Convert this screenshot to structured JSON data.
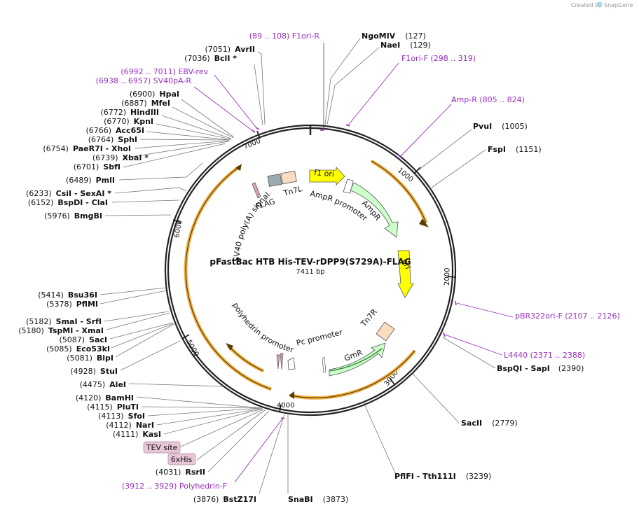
{
  "credit": {
    "created_by": "Created by",
    "brand": "SnapGene"
  },
  "plasmid": {
    "name": "pFastBac HTB His-TEV-rDPP9(S729A)-FLAG",
    "length_text": "7411 bp",
    "length": 7411
  },
  "ticks": [
    "1000",
    "2000",
    "3000",
    "4000",
    "5000",
    "6000",
    "7000"
  ],
  "colors": {
    "backbone": "#222222",
    "primer": "#9a2fbf",
    "ori_yellow": "#ffff00",
    "ampr_green": "#ccffcc",
    "gmr_green": "#ccffcc",
    "orange_arc": "#f2b248",
    "tev_badge": "#e8c6d8"
  },
  "sites_right": [
    {
      "name": "NgoMIV",
      "pos": "(127)"
    },
    {
      "name": "NaeI",
      "pos": "(129)"
    },
    {
      "name": "PvuI",
      "pos": "(1005)"
    },
    {
      "name": "FspI",
      "pos": "(1151)"
    },
    {
      "name": "BspQI  - SapI",
      "pos": "(2390)"
    },
    {
      "name": "SacII",
      "pos": "(2779)"
    },
    {
      "name": "PflFI  - Tth111I",
      "pos": "(3239)"
    },
    {
      "name": "SnaBI",
      "pos": "(3873)"
    }
  ],
  "sites_left": [
    {
      "pos": "(7051)",
      "name": "AvrII"
    },
    {
      "pos": "(7036)",
      "name": "BclI *"
    },
    {
      "pos": "(6900)",
      "name": "HpaI"
    },
    {
      "pos": "(6887)",
      "name": "MfeI"
    },
    {
      "pos": "(6772)",
      "name": "HindIII"
    },
    {
      "pos": "(6770)",
      "name": "KpnI"
    },
    {
      "pos": "(6766)",
      "name": "Acc65I"
    },
    {
      "pos": "(6764)",
      "name": "SphI"
    },
    {
      "pos": "(6754)",
      "name": "PaeR7I  - XhoI"
    },
    {
      "pos": "(6739)",
      "name": "XbaI *"
    },
    {
      "pos": "(6701)",
      "name": "SbfI"
    },
    {
      "pos": "(6489)",
      "name": "PmlI"
    },
    {
      "pos": "(6233)",
      "name": "CsiI  - SexAI *"
    },
    {
      "pos": "(6152)",
      "name": "BspDI  - ClaI"
    },
    {
      "pos": "(5976)",
      "name": "BmgBI"
    },
    {
      "pos": "(5414)",
      "name": "Bsu36I"
    },
    {
      "pos": "(5378)",
      "name": "PflMI"
    },
    {
      "pos": "(5182)",
      "name": "SmaI  - SrfI"
    },
    {
      "pos": "(5180)",
      "name": "TspMI  - XmaI"
    },
    {
      "pos": "(5087)",
      "name": "SacI"
    },
    {
      "pos": "(5085)",
      "name": "Eco53kI"
    },
    {
      "pos": "(5081)",
      "name": "BlpI"
    },
    {
      "pos": "(4928)",
      "name": "StuI"
    },
    {
      "pos": "(4475)",
      "name": "AleI"
    },
    {
      "pos": "(4120)",
      "name": "BamHI"
    },
    {
      "pos": "(4115)",
      "name": "PluTI"
    },
    {
      "pos": "(4113)",
      "name": "SfoI"
    },
    {
      "pos": "(4112)",
      "name": "NarI"
    },
    {
      "pos": "(4111)",
      "name": "KasI"
    },
    {
      "pos": "(4031)",
      "name": "RsrII"
    },
    {
      "pos": "(3876)",
      "name": "BstZ17I"
    }
  ],
  "primers": [
    {
      "text": "(89 .. 108)  F1ori-R"
    },
    {
      "text": "F1ori-F    (298 .. 319)"
    },
    {
      "text": "Amp-R    (805 .. 824)"
    },
    {
      "text": "(6992 .. 7011)  EBV-rev"
    },
    {
      "text": "(6938 .. 6957)  SV40pA-R"
    },
    {
      "text": "pBR322ori-F    (2107 .. 2126)"
    },
    {
      "text": "L4440    (2371 .. 2388)"
    },
    {
      "text": "(3912 .. 3929)  Polyhedrin-F"
    }
  ],
  "badges": [
    {
      "text": "TEV site"
    },
    {
      "text": "6xHis"
    }
  ],
  "features": [
    "f1 ori",
    "AmpR promoter",
    "AmpR",
    "ori",
    "Tn7R",
    "GmR",
    "Pc promoter",
    "polyhedrin promoter",
    "SV40 poly(A) signal",
    "FLAG",
    "Tn7L"
  ]
}
